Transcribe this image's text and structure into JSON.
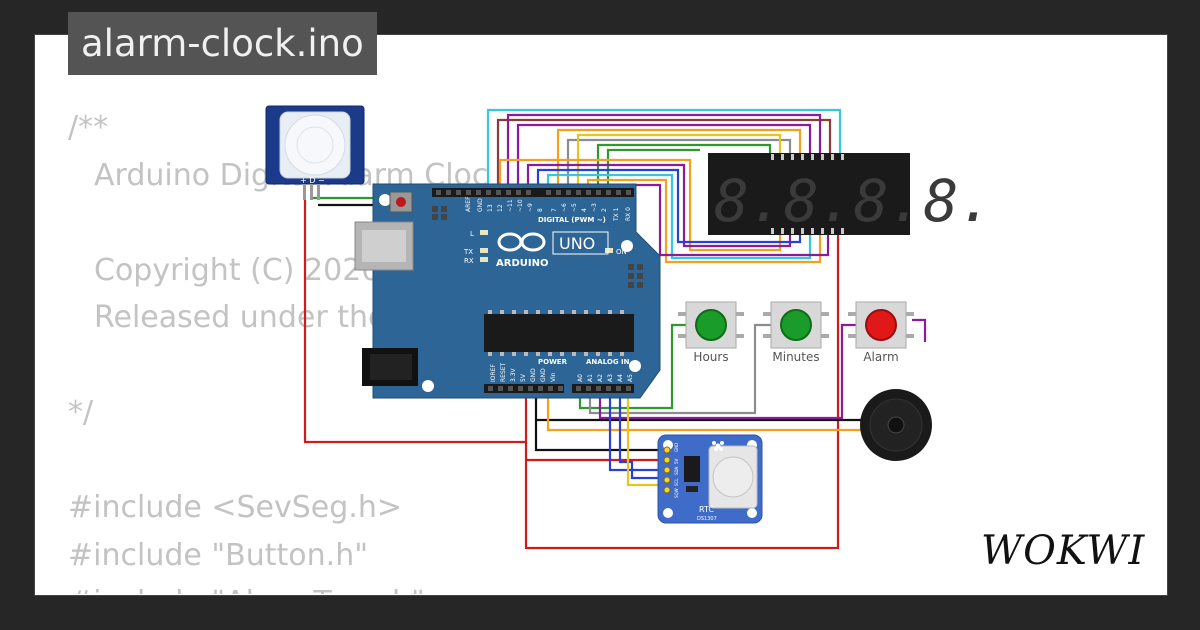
{
  "window": {
    "title": "alarm-clock.ino"
  },
  "code_lines": [
    "/**",
    "Arduino Digital Alarm Clock",
    "",
    "Copyright (C) 2020,",
    "Released under the",
    "",
    "*/",
    "",
    "#include <SevSeg.h>",
    "#include \"Button.h\"",
    "#include \"AlarmTone.h\""
  ],
  "arduino": {
    "model": "UNO",
    "brand": "ARDUINO",
    "digital_label": "DIGITAL (PWM ~)",
    "power_label": "POWER",
    "analog_label": "ANALOG IN",
    "on_label": "ON",
    "l_label": "L",
    "tx_label": "TX",
    "rx_label": "RX",
    "digital_pins": [
      "AREF",
      "GND",
      "13",
      "12",
      "~11",
      "~10",
      "~9",
      "8",
      "7",
      "~6",
      "~5",
      "4",
      "~3",
      "2",
      "TX 1",
      "RX 0"
    ],
    "power_pins": [
      "IOREF",
      "RESET",
      "3.3V",
      "5V",
      "GND",
      "GND",
      "Vin"
    ],
    "analog_pins": [
      "A0",
      "A1",
      "A2",
      "A3",
      "A4",
      "A5"
    ]
  },
  "pir_sensor": {
    "pins_label": "+ D −"
  },
  "display": {
    "digits": "8.8.8.8."
  },
  "buttons": [
    {
      "label": "Hours",
      "color": "#1a9c2a"
    },
    {
      "label": "Minutes",
      "color": "#1a9c2a"
    },
    {
      "label": "Alarm",
      "color": "#e01818"
    }
  ],
  "rtc": {
    "label": "RTC",
    "chip": "DS1307",
    "pins": [
      "GND",
      "5V",
      "SDA",
      "SCL",
      "SQW"
    ]
  },
  "branding": {
    "logo": "WOKWI"
  },
  "colors": {
    "background": "#262626",
    "card": "#ffffff",
    "title_bg": "#545454",
    "code_text": "#c3c3c3",
    "arduino_blue": "#2c6596",
    "rtc_blue": "#3f6cc8",
    "wire_red": "#d11a1a",
    "wire_green": "#2e9a2e",
    "wire_cyan": "#35c8d8",
    "wire_orange": "#f2a11e",
    "wire_purple": "#8a1b9c",
    "wire_blue": "#2a3fd6",
    "wire_gray": "#8c8c8c",
    "wire_yellow": "#e8c420",
    "wire_brown": "#8b3a3a",
    "wire_black": "#111111"
  }
}
